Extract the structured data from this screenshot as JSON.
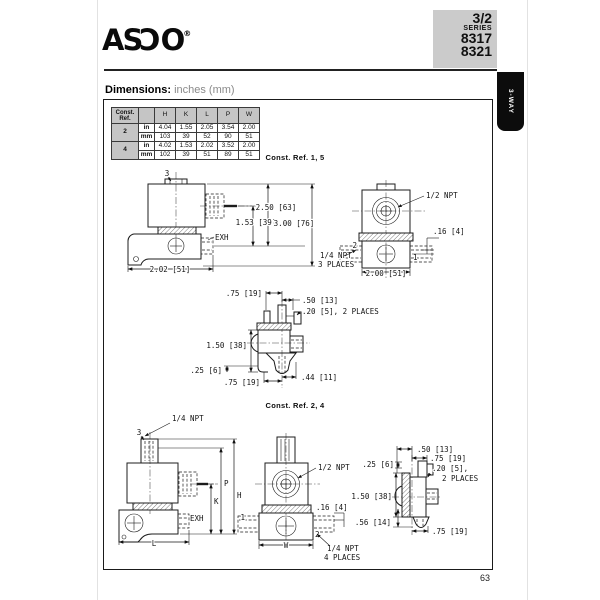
{
  "header": {
    "brand": {
      "letter1": "A",
      "letter2": "S",
      "letter3": "C",
      "letter4": "O",
      "registered": "®"
    },
    "series_box": {
      "flow": "3/2",
      "series_label": "SERIES",
      "model_top": "8317",
      "model_bottom": "8321"
    },
    "side_tab_label": "3-WAY"
  },
  "dimensions_bar": {
    "title": "Dimensions:",
    "units": " inches (mm)"
  },
  "table": {
    "corner_header": "Const.\nRef.",
    "columns": [
      "H",
      "K",
      "L",
      "P",
      "W"
    ],
    "rows": [
      {
        "ref": "2",
        "unit": "in",
        "values": [
          "4.04",
          "1.55",
          "2.05",
          "3.54",
          "2.00"
        ]
      },
      {
        "unit": "mm",
        "values": [
          "103",
          "39",
          "52",
          "90",
          "51"
        ]
      },
      {
        "ref": "4",
        "unit": "in",
        "values": [
          "4.02",
          "1.53",
          "2.02",
          "3.52",
          "2.00"
        ]
      },
      {
        "unit": "mm",
        "values": [
          "102",
          "39",
          "51",
          "89",
          "51"
        ]
      }
    ]
  },
  "sections": {
    "ref_1_5": "Const. Ref. 1, 5",
    "ref_2_4": "Const. Ref. 2, 4"
  },
  "drawing_cr15_side": {
    "port_3": "3",
    "dim_top_to_exh": "2.50 [63]",
    "dim_pin_to_exh": "1.53 [39]",
    "dim_overall": "3.00 [76]",
    "exh_label": "EXH",
    "dim_width": "2.02 [51]"
  },
  "drawing_cr15_front": {
    "conduit_label": "1/2 NPT",
    "dim_offset": ".16 [4]",
    "port_2": "2",
    "port_1": "1",
    "pipe_label": "1/4 NPT",
    "pipe_places": "3 PLACES",
    "dim_width": "2.00 [51]"
  },
  "drawing_cr15_body": {
    "dim_a": ".75 [19]",
    "dim_b": ".50 [13]",
    "dim_c": ".20 [5], 2 PLACES",
    "dim_d": "1.50 [38]",
    "dim_e": ".25 [6]",
    "dim_f": ".75 [19]",
    "dim_g": ".44 [11]"
  },
  "drawing_cr24_side": {
    "pipe_label": "1/4 NPT",
    "port_3": "3",
    "dim_p": "P",
    "dim_h": "H",
    "dim_k": "K",
    "exh_label": "EXH",
    "dim_l": "L"
  },
  "drawing_cr24_front": {
    "conduit_label": "1/2 NPT",
    "dim_offset": ".16 [4]",
    "port_1": "1",
    "port_2": "2",
    "dim_w": "W",
    "pipe_label": "1/4 NPT",
    "pipe_places": "4 PLACES"
  },
  "drawing_cr24_body": {
    "dim_a": ".50 [13]",
    "dim_b": ".75 [19]",
    "dim_c": ".20 [5],",
    "dim_c2": "2 PLACES",
    "dim_d": ".25 [6]",
    "dim_e": "1.50 [38]",
    "dim_f": ".56 [14]",
    "dim_g": ".75 [19]"
  },
  "footer": {
    "page_number": "63"
  }
}
